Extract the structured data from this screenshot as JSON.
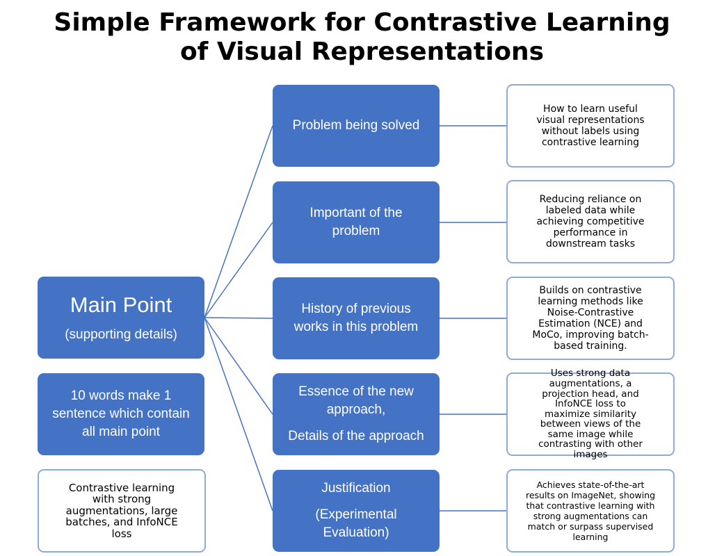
{
  "title": {
    "line1": "Simple Framework for Contrastive Learning",
    "line2": "of Visual Representations"
  },
  "main_point": {
    "heading": "Main Point",
    "sub": "(supporting details)"
  },
  "ten_words": {
    "line1": "10 words make 1",
    "line2": "sentence which contain",
    "line3": "all main point"
  },
  "summary": {
    "line1": "Contrastive learning",
    "line2": "with strong",
    "line3": "augmentations, large",
    "line4": "batches, and InfoNCE",
    "line5": "loss"
  },
  "rows": [
    {
      "label": {
        "line1": "Problem being solved"
      },
      "detail": {
        "line1": "How to learn useful",
        "line2": "visual representations",
        "line3": "without labels using",
        "line4": "contrastive learning"
      }
    },
    {
      "label": {
        "line1": "Important of the",
        "line2": "problem"
      },
      "detail": {
        "line1": "Reducing reliance on",
        "line2": "labeled data while",
        "line3": "achieving competitive",
        "line4": "performance in",
        "line5": "downstream tasks"
      }
    },
    {
      "label": {
        "line1": "History of previous",
        "line2": "works in this problem"
      },
      "detail": {
        "line1": "Builds on contrastive",
        "line2": "learning methods like",
        "line3": "Noise-Contrastive",
        "line4": "Estimation (NCE) and",
        "line5": "MoCo, improving batch-",
        "line6": "based training."
      }
    },
    {
      "label": {
        "line1": "Essence of the new",
        "line2": "approach,",
        "line3": "Details of the approach"
      },
      "detail": {
        "line1": "Uses strong data",
        "line2": "augmentations, a",
        "line3": "projection head, and",
        "line4": "InfoNCE loss to",
        "line5": "maximize similarity",
        "line6": "between views of the",
        "line7": "same image while",
        "line8": "contrasting with other",
        "line9": "images"
      }
    },
    {
      "label": {
        "line1": "Justification",
        "line2": "(Experimental",
        "line3": "Evaluation)"
      },
      "detail": {
        "line1": "Achieves state-of-the-art",
        "line2": "results on ImageNet, showing",
        "line3": "that contrastive learning with",
        "line4": "strong augmentations can",
        "line5": "match or surpass supervised",
        "line6": "learning"
      }
    }
  ],
  "colors": {
    "box_fill": "#4472c4",
    "box_border_light": "#8ea9db",
    "connector": "#4472c4"
  }
}
